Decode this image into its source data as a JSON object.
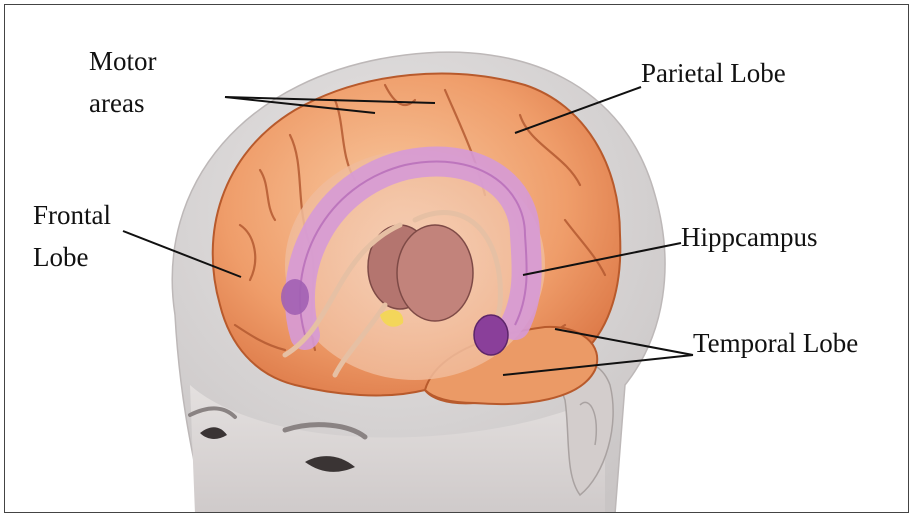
{
  "labels": {
    "motor_line1": "Motor",
    "motor_line2": "areas",
    "parietal": "Parietal Lobe",
    "frontal_line1": "Frontal",
    "frontal_line2": "Lobe",
    "hippocampus": "Hippcampus",
    "temporal": "Temporal Lobe"
  }
}
